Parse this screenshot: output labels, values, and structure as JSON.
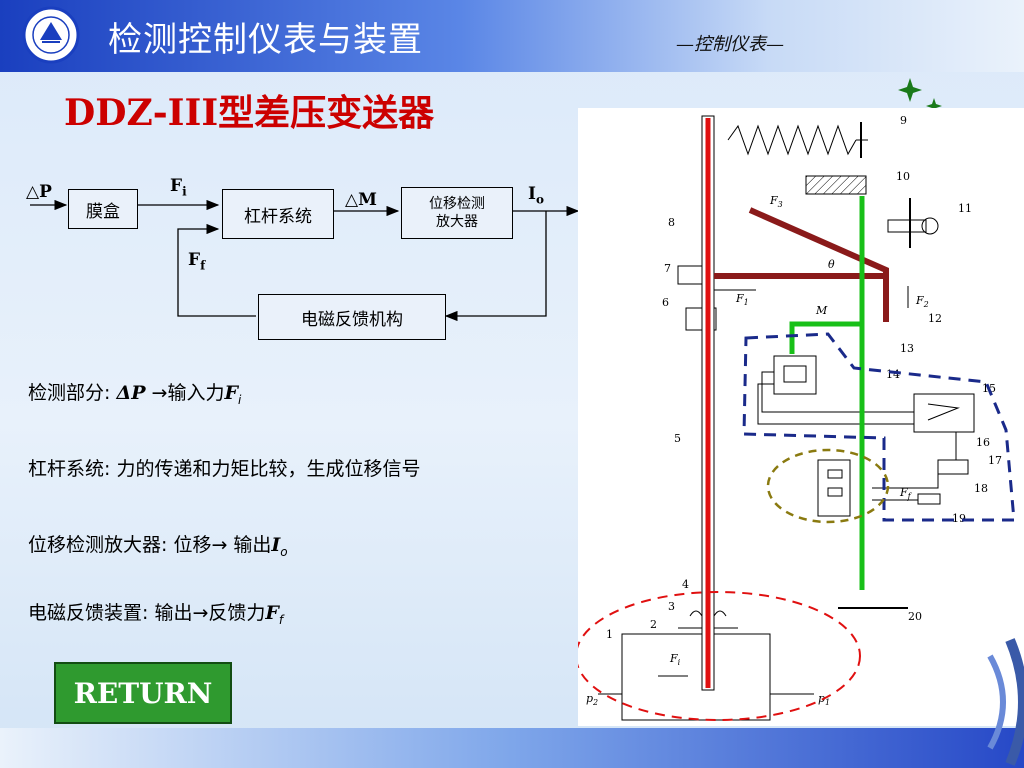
{
  "header": {
    "title": "检测控制仪表与装置",
    "subtitle": "—控制仪表—",
    "logo_icon": "university-seal-icon"
  },
  "main_title": "DDZ-III型差压变送器",
  "block_diagram": {
    "input_label": "△P",
    "box1": "膜盒",
    "fi_label": "F",
    "fi_sub": "i",
    "box2": "杠杆系统",
    "dm_label": "△M",
    "box3_line1": "位移检测",
    "box3_line2": "放大器",
    "io_label": "I",
    "io_sub": "o",
    "ff_label": "F",
    "ff_sub": "f",
    "box4": "电磁反馈机构"
  },
  "descriptions": [
    {
      "prefix": "检测部分: ",
      "formula": "ΔP",
      "arrow": " →输入力",
      "var": "F",
      "sub": "i"
    },
    {
      "prefix": "杠杆系统:  力的传递和力矩比较，生成位移信号",
      "formula": "",
      "arrow": "",
      "var": "",
      "sub": ""
    },
    {
      "prefix": "位移检测放大器:  位移→ 输出",
      "formula": "",
      "arrow": "",
      "var": "I",
      "sub": "o"
    },
    {
      "prefix": "电磁反馈装置:  输出→反馈力",
      "formula": "",
      "arrow": "",
      "var": "F",
      "sub": "f"
    }
  ],
  "return_button": "RETURN",
  "mechanism": {
    "part_numbers": [
      "1",
      "2",
      "3",
      "4",
      "5",
      "6",
      "7",
      "8",
      "9",
      "10",
      "11",
      "12",
      "13",
      "14",
      "15",
      "16",
      "17",
      "18",
      "19",
      "20"
    ],
    "force_labels": {
      "f1": "F",
      "f1_sub": "1",
      "f2": "F",
      "f2_sub": "2",
      "f3": "F",
      "f3_sub": "3",
      "ff": "F",
      "ff_sub": "f",
      "fi": "F",
      "fi_sub": "i"
    },
    "theta": "θ",
    "m_label": "M",
    "p1": "p",
    "p1_sub": "1",
    "p2": "p",
    "p2_sub": "2"
  },
  "colors": {
    "title_red": "#cc0000",
    "return_green": "#2f9a2f",
    "main_lever_red": "#e01010",
    "vice_lever_green": "#18c018",
    "dashed_navy": "#1a2a8a",
    "dashed_olive": "#8a7a10",
    "dashed_red": "#e01010"
  }
}
